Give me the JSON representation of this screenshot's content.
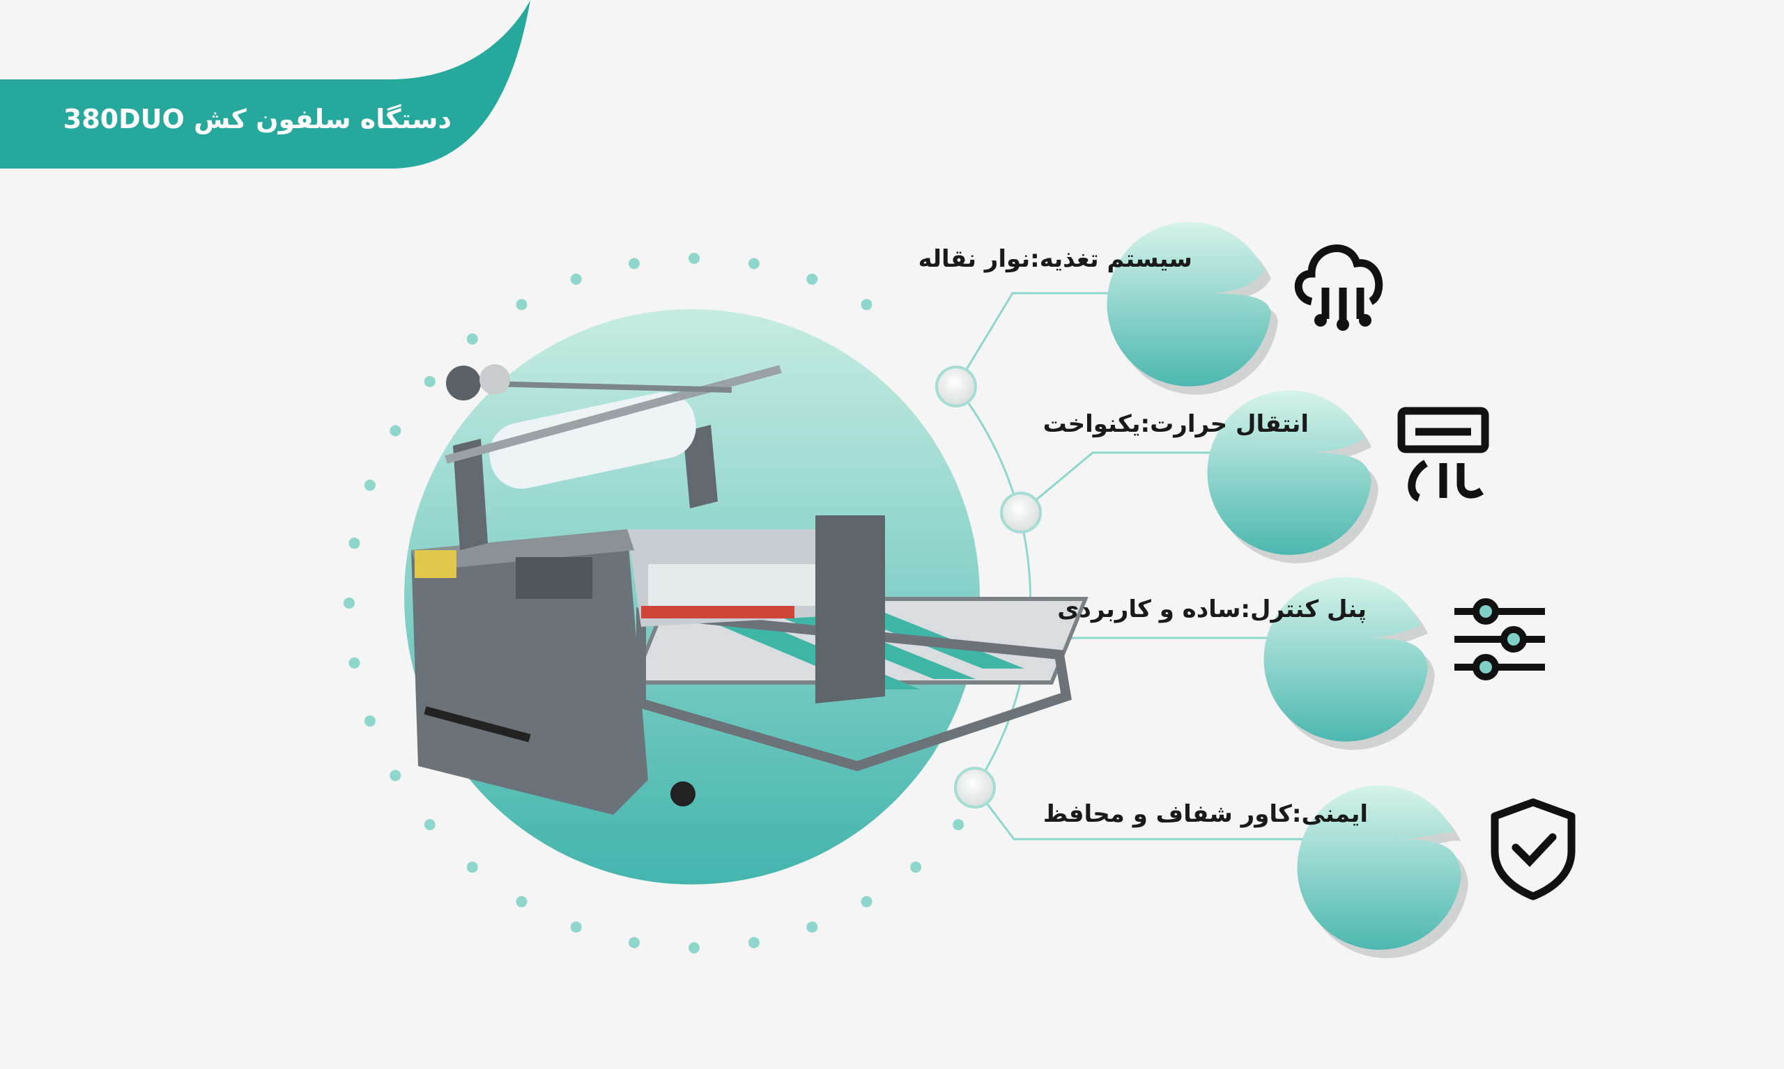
{
  "header": {
    "title": "دستگاه سلفون کش 380DUO"
  },
  "features": [
    {
      "label": "سیستم تغذیه:نوار نقاله",
      "icon": "cloud-network-icon"
    },
    {
      "label": "انتقال حرارت:یکنواخت",
      "icon": "air-conditioner-icon"
    },
    {
      "label": "پنل کنترل:ساده و کاربردی",
      "icon": "sliders-icon"
    },
    {
      "label": "ایمنی:کاور شفاف و محافظ",
      "icon": "shield-check-icon"
    }
  ],
  "colors": {
    "accent": "#26a89d",
    "background": "#f5f5f5",
    "bubble_light": "#d4f2e9",
    "bubble_dark": "#4fbab2",
    "machine": "#6b7378"
  }
}
